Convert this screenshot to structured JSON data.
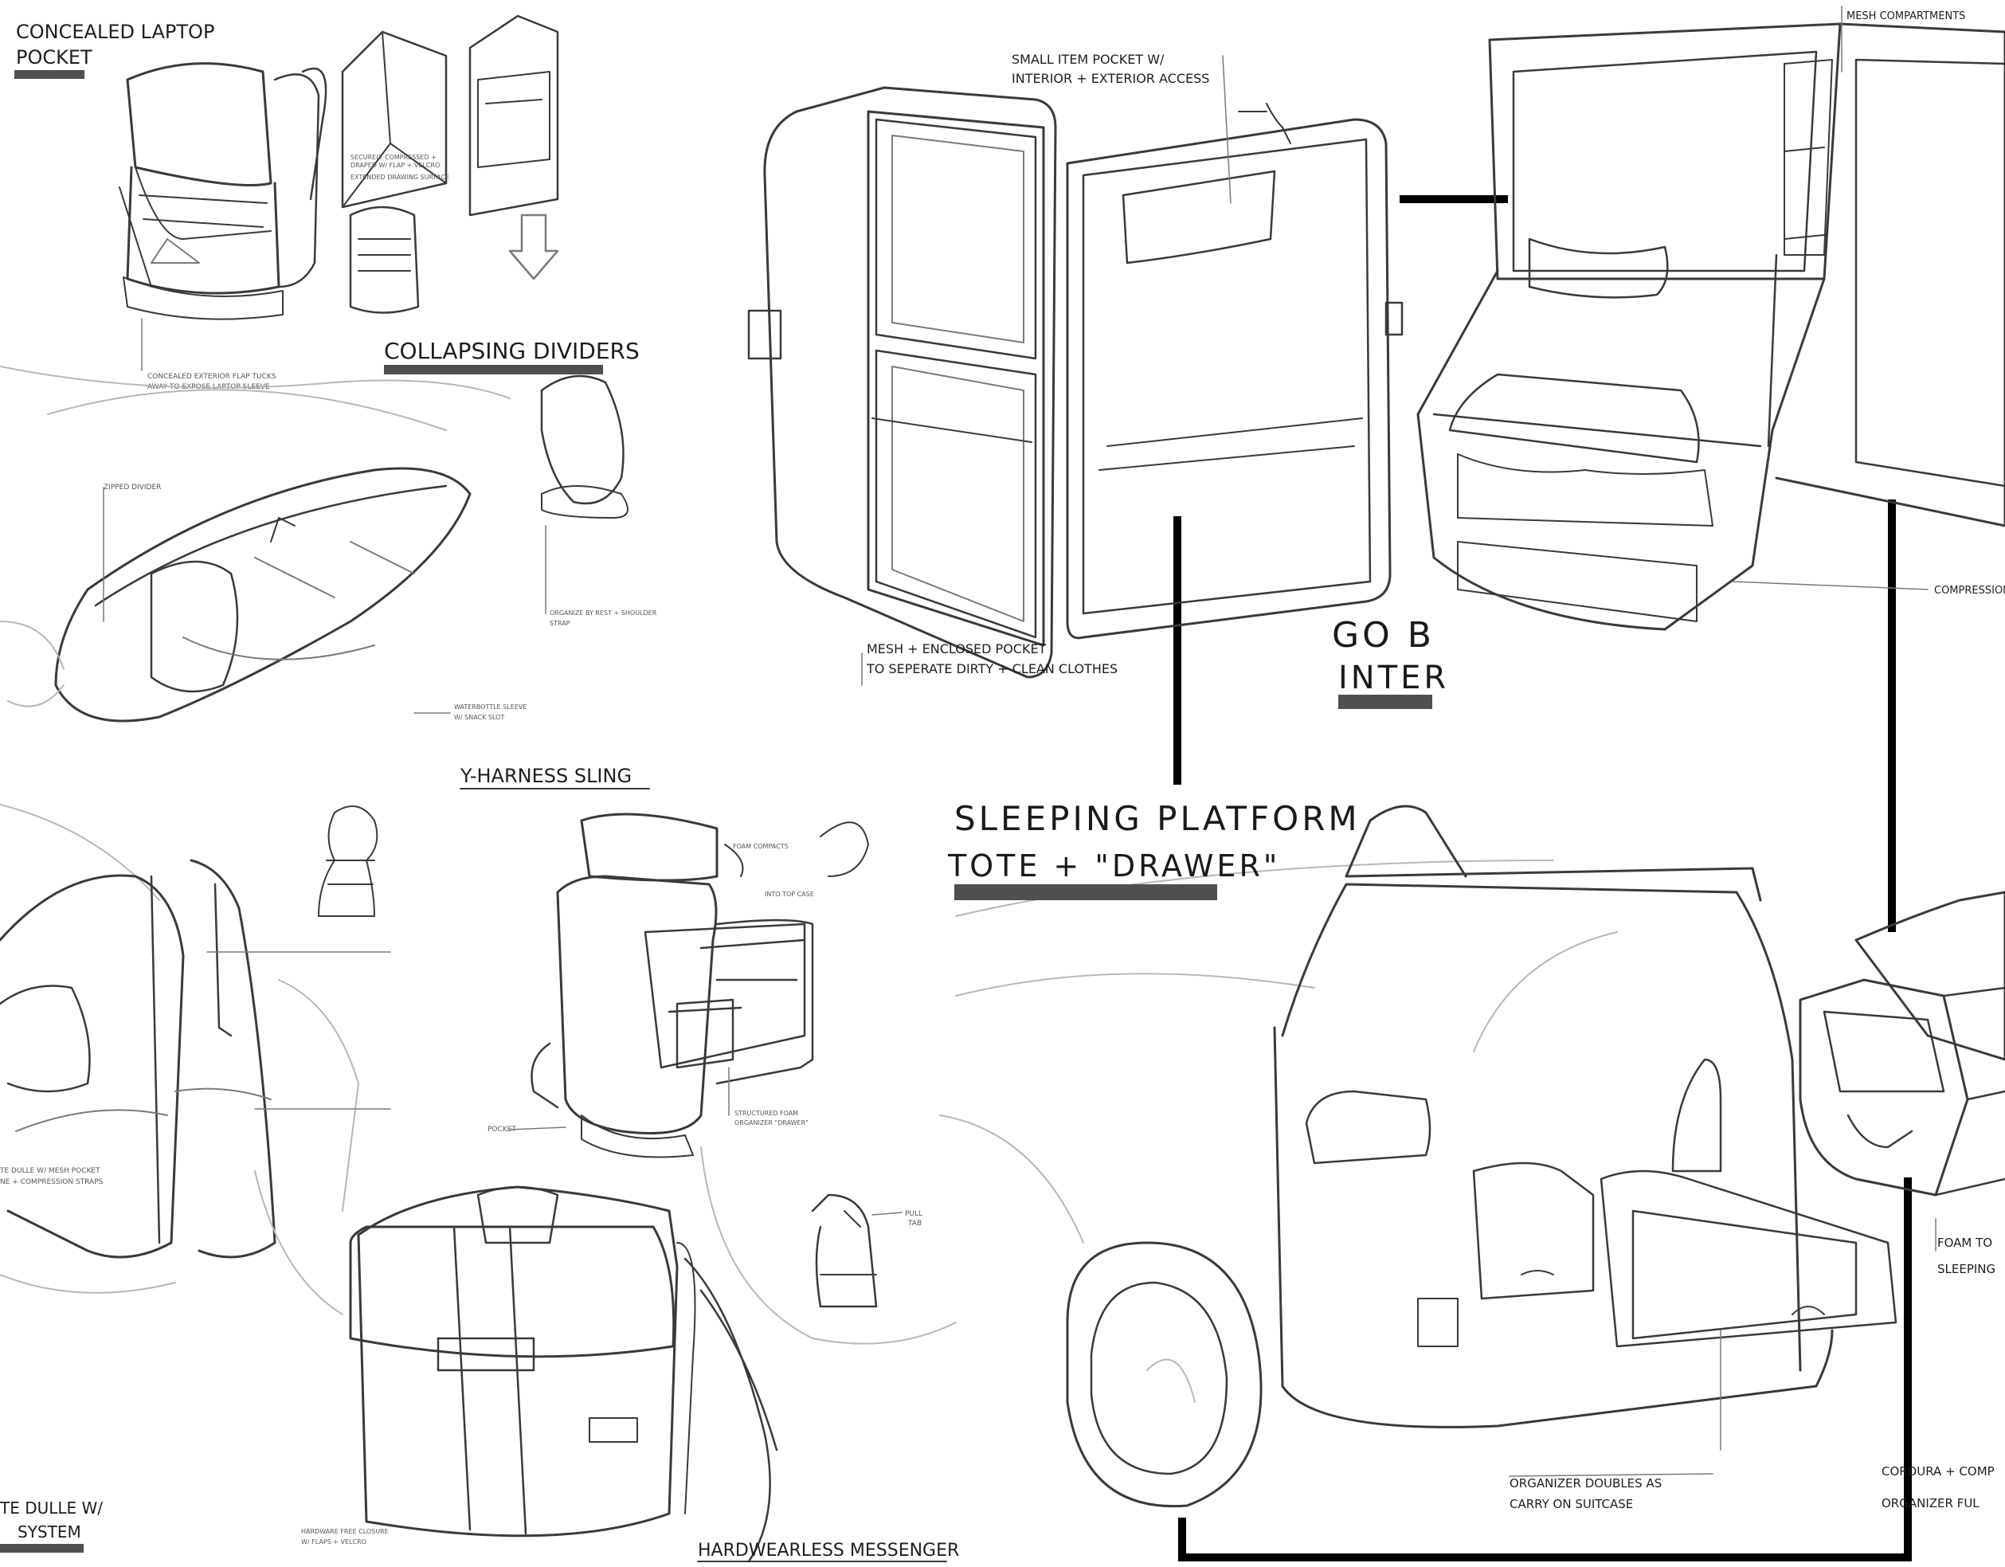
{
  "labels": {
    "concealed_laptop_1": "CONCEALED LAPTOP",
    "concealed_laptop_2": "POCKET",
    "concealed_flap_note_1": "CONCEALED EXTERIOR FLAP TUCKS",
    "concealed_flap_note_2": "AWAY TO EXPOSE LAPTOP SLEEVE",
    "dividers_note_1": "SECURELY COMPRESSED +",
    "dividers_note_2": "DRAPED W/ FLAP + VELCRO",
    "dividers_note_3": "EXTENDED DRAWING SURFACE",
    "collapsing_dividers": "COLLAPSING DIVIDERS",
    "zipper_detail": "ZIPPED DIVIDER",
    "sling_note_1": "ORGANIZE BY REST + SHOULDER",
    "sling_note_2": "STRAP",
    "sling_note_3": "WATERBOTTLE SLEEVE",
    "sling_note_4": "W/ SNACK SLOT",
    "y_harness_sling": "Y-HARNESS SLING",
    "small_item_pocket_1": "SMALL ITEM POCKET W/",
    "small_item_pocket_2": "INTERIOR + EXTERIOR ACCESS",
    "mesh_pocket_1": "MESH + ENCLOSED POCKET",
    "mesh_pocket_2": "TO SEPERATE DIRTY + CLEAN CLOTHES",
    "mesh_compartments": "MESH COMPARTMENTS",
    "compression": "COMPRESSION",
    "go_b": "GO B",
    "inter": "INTER",
    "sleeping_platform": "SLEEPING PLATFORM",
    "tote_drawer": "TOTE + \"DRAWER\"",
    "foam_top_1": "FOAM TO",
    "foam_top_2": "SLEEPING",
    "cordura_1": "CORDURA + COMP",
    "cordura_2": "ORGANIZER FUL",
    "organizer_doubles_1": "ORGANIZER DOUBLES AS",
    "organizer_doubles_2": "CARRY ON SUITCASE",
    "foam_compact": "FOAM COMPACTS",
    "into_top": "INTO TOP CASE",
    "structured_foam_1": "STRUCTURED FOAM",
    "structured_foam_2": "ORGANIZER \"DRAWER\"",
    "pull_tab_1": "PULL",
    "pull_tab_2": "TAB",
    "duffle_1": "TE DULLE W/",
    "duffle_2": "SYSTEM",
    "duffle_note_1": "TE DULLE W/ MESH POCKET",
    "duffle_note_2": "NE + COMPRESSION STRAPS",
    "hardwearless_messenger": "HARDWEARLESS MESSENGER",
    "hardwearless_note_1": "HARDWARE FREE CLOSURE",
    "hardwearless_note_2": "W/ FLAPS + VELCRO",
    "pocket": "POCKET"
  },
  "colors": {
    "ink": "#1e1e1e",
    "marker_underline": "#4f4f4f",
    "connector": "#000000",
    "paper": "#ffffff"
  },
  "icons": {
    "arrow": "down-arrow-icon"
  }
}
